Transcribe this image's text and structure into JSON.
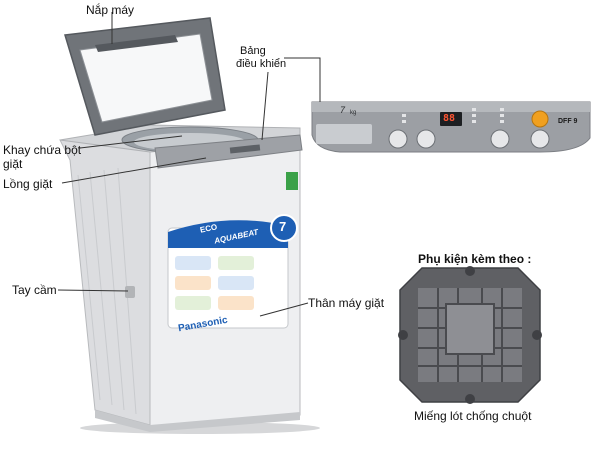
{
  "labels": {
    "lid": "Nắp máy",
    "control_panel_line1": "Bảng",
    "control_panel_line2": "điều khiển",
    "detergent_tray_line1": "Khay chứa bột",
    "detergent_tray_line2": "giặt",
    "drum": "Lồng giặt",
    "handle": "Tay cầm",
    "body": "Thân máy giặt",
    "accessories_title": "Phụ kiện kèm theo :",
    "mouse_guard": "Miếng lót chống chuột"
  },
  "product": {
    "brand": "Panasonic",
    "series_line1": "ECO",
    "series_line2": "AQUABEAT",
    "capacity": "7",
    "capacity_unit": "kg",
    "panel_display": "88",
    "panel_tag": "DFF 9"
  },
  "colors": {
    "body": "#e9eaec",
    "panel": "#8a8d92",
    "lid_frame": "#6f7378",
    "accent_blue": "#1e5fb4",
    "guard": "#5f6064"
  }
}
